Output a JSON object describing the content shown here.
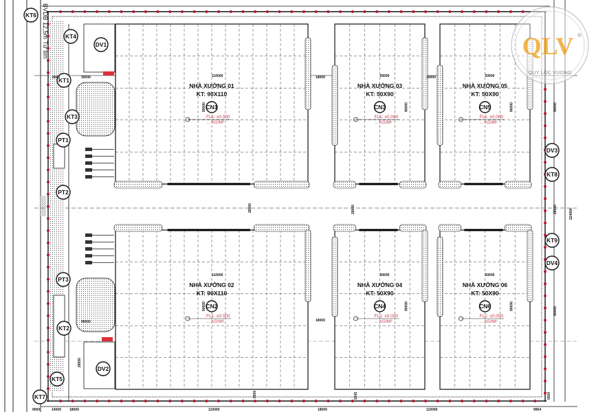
{
  "road_label": "BVDB 12,5m Tư tim",
  "logo": {
    "text": "QLV",
    "registered": "®",
    "caption": "QUY LOC VUONG",
    "color": "#f0a830"
  },
  "colors": {
    "line": "#111111",
    "fence_dot": "#b5182e",
    "hatch": "#9a9a9a",
    "gate": "#e0303a"
  },
  "buildings": [
    {
      "id": "cn1",
      "name": "NHÀ XƯỞNG 01",
      "size": "KT: 90X110",
      "code": "CN1",
      "level": "FL1: ±0.000",
      "load": "... KG/M²",
      "width_dim": "110000",
      "depth_dim": "90000"
    },
    {
      "id": "cn2",
      "name": "NHÀ XƯỞNG 02",
      "size": "KT: 90X110",
      "code": "CN2",
      "level": "FL1: ±0.000",
      "load": "... KG/M²",
      "width_dim": "110000",
      "depth_dim": "90000"
    },
    {
      "id": "cn3",
      "name": "NHÀ XƯỞNG 03",
      "size": "KT: 50X90",
      "code": "CN3",
      "level": "FL1: ±0.000",
      "load": "... KG/M²",
      "width_dim": "50000",
      "depth_dim": "90000"
    },
    {
      "id": "cn4",
      "name": "NHÀ XƯỞNG 04",
      "size": "KT: 50X90",
      "code": "CN4",
      "level": "FL1: ±0.000",
      "load": "... KG/M²",
      "width_dim": "50000",
      "depth_dim": "90000"
    },
    {
      "id": "cn5",
      "name": "NHÀ XƯỞNG 05",
      "size": "KT: 50X90",
      "code": "CN5",
      "level": "FL1: ±0.000",
      "load": "... KG/M²",
      "width_dim": "50000",
      "depth_dim": "90000"
    },
    {
      "id": "cn6",
      "name": "NHÀ XƯỞNG 06",
      "size": "KT: 50X90",
      "code": "CN6",
      "level": "FL1: ±0.000",
      "load": "... KG/M²",
      "width_dim": "50000",
      "depth_dim": "90000"
    }
  ],
  "tags": [
    "KT6",
    "KT4",
    "KT1",
    "KT3",
    "PT1",
    "PT2",
    "PT3",
    "KT2",
    "KT5",
    "KT7",
    "DV1",
    "DV2",
    "DV3",
    "KT8",
    "KT9",
    "DV4"
  ],
  "dims": {
    "gap_18000": "18000",
    "gap_10000": "10000",
    "left_30000": "30000",
    "left_9000": "9000",
    "left_9000b": "90000",
    "dv_28550": "28550",
    "road_28000": "28000",
    "right_28000": "28000",
    "right_90000": "90000",
    "total_224000": "224000",
    "bottom_6500": "6500",
    "bottom_5245": "5245",
    "bottom_5500": "5500",
    "bottom": [
      "9000",
      "14000",
      "18000",
      "110000",
      "18000",
      "110000",
      "9964"
    ]
  }
}
